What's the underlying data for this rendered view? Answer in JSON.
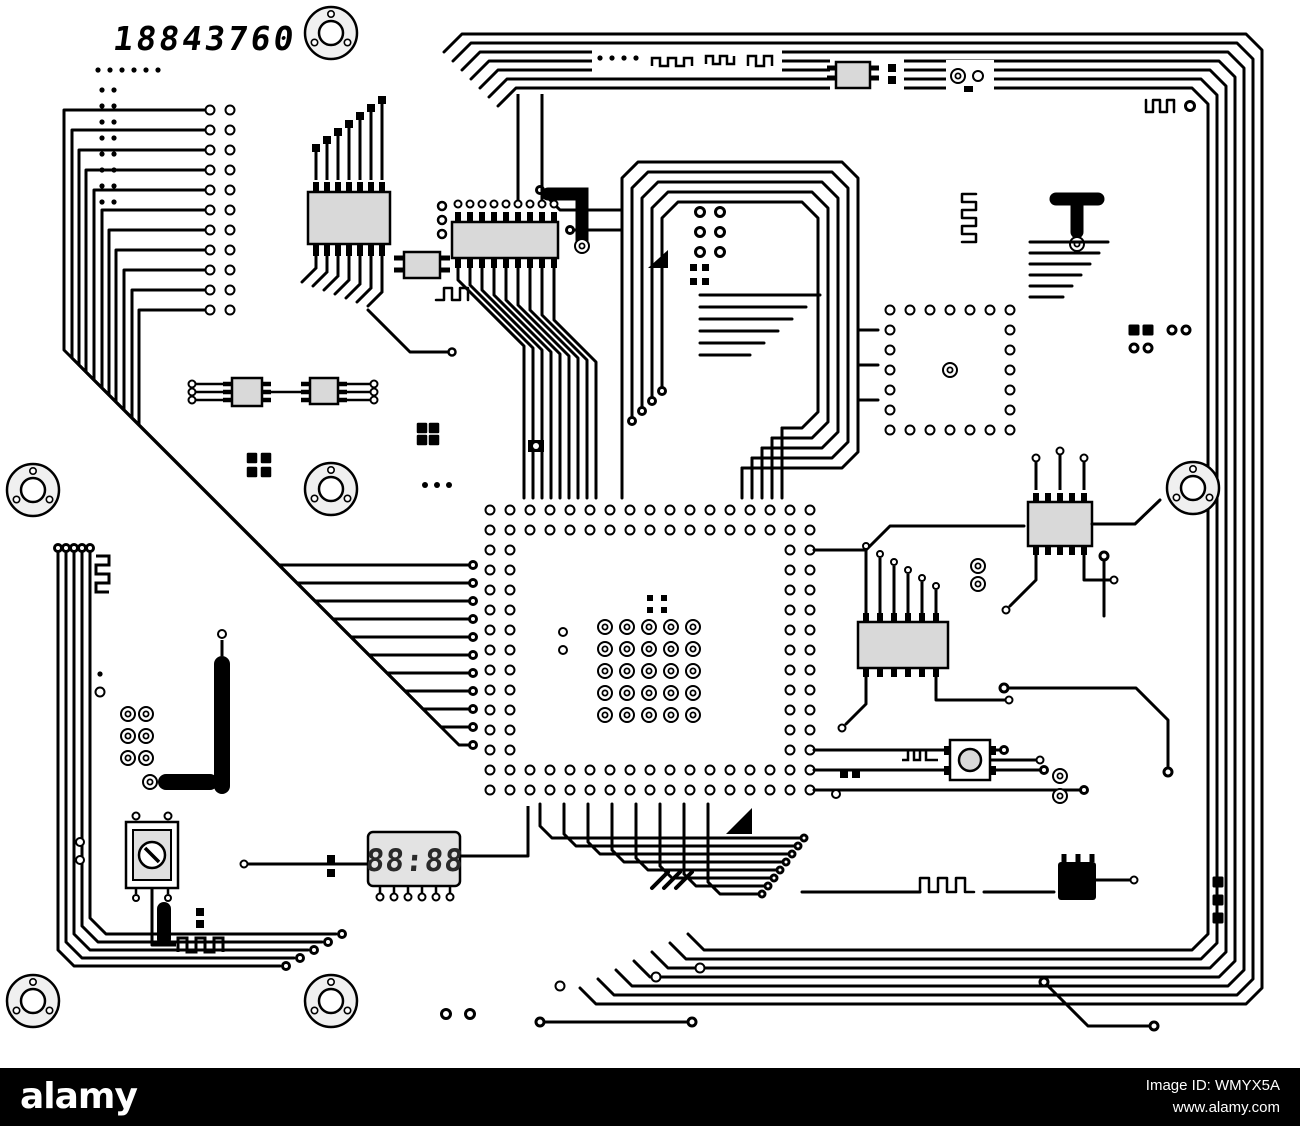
{
  "board": {
    "serial_number": "18843760",
    "seven_segment_display": {
      "value": "88:88"
    },
    "colors": {
      "trace_ink": "#000000",
      "board_background": "#ffffff",
      "ic_body_fill": "#d9d9d9",
      "display_fill": "#e3e3e3"
    }
  },
  "watermark_bar": {
    "brand": "alamy",
    "image_id": "Image ID: WMYX5A",
    "url": "www.alamy.com",
    "colors": {
      "background": "#000000",
      "text": "#ffffff"
    }
  }
}
